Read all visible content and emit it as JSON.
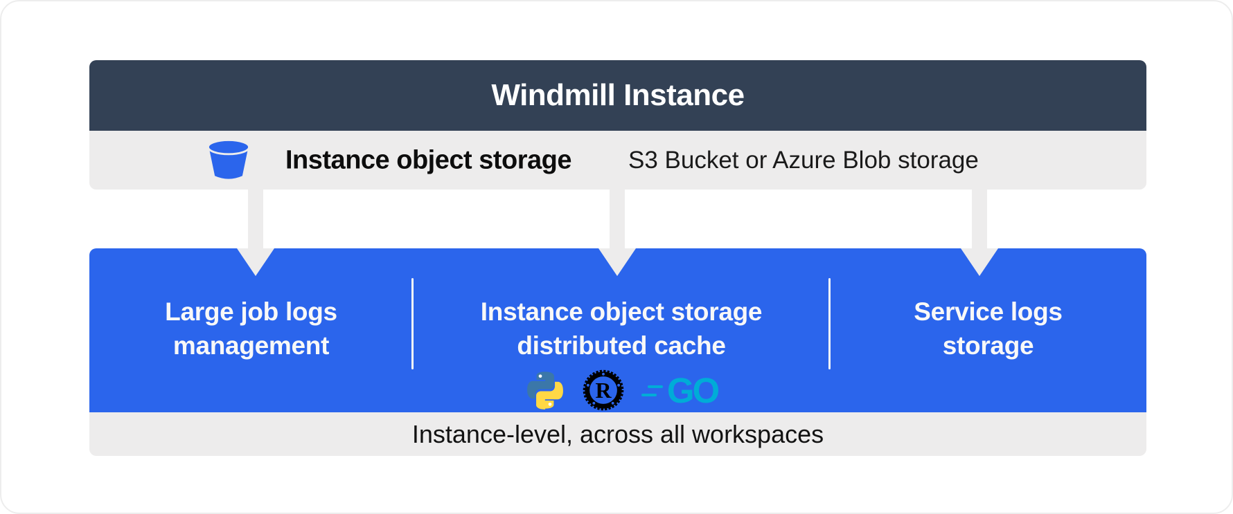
{
  "header": {
    "title": "Windmill Instance",
    "bg_color": "#334155",
    "text_color": "#ffffff"
  },
  "storage_bar": {
    "icon": "bucket-icon",
    "title": "Instance object storage",
    "subtitle": "S3 Bucket or Azure Blob storage",
    "bg_color": "#edecec"
  },
  "arrows": {
    "count": 3,
    "direction": "down",
    "color": "#edecec"
  },
  "panel": {
    "bg_color": "#2b65ec",
    "sections": [
      {
        "id": "large-job-logs",
        "line1": "Large job logs",
        "line2": "management"
      },
      {
        "id": "distributed-cache",
        "line1": "Instance object storage",
        "line2": "distributed cache",
        "language_icons": [
          "python-icon",
          "rust-icon",
          "go-icon"
        ]
      },
      {
        "id": "service-logs",
        "line1": "Service logs",
        "line2": "storage"
      }
    ]
  },
  "icons": {
    "rust_letter": "R",
    "go_letters": "GO"
  },
  "footer": {
    "caption": "Instance-level, across all workspaces",
    "bg_color": "#edecec"
  },
  "colors": {
    "accent_blue": "#2b65ec",
    "header_slate": "#334155",
    "bar_gray": "#edecec",
    "go_teal": "#00acd7",
    "python_blue": "#3b77a9",
    "python_yellow": "#ffd845",
    "rust_black": "#000000",
    "panel_text": "#f8f8f8"
  }
}
